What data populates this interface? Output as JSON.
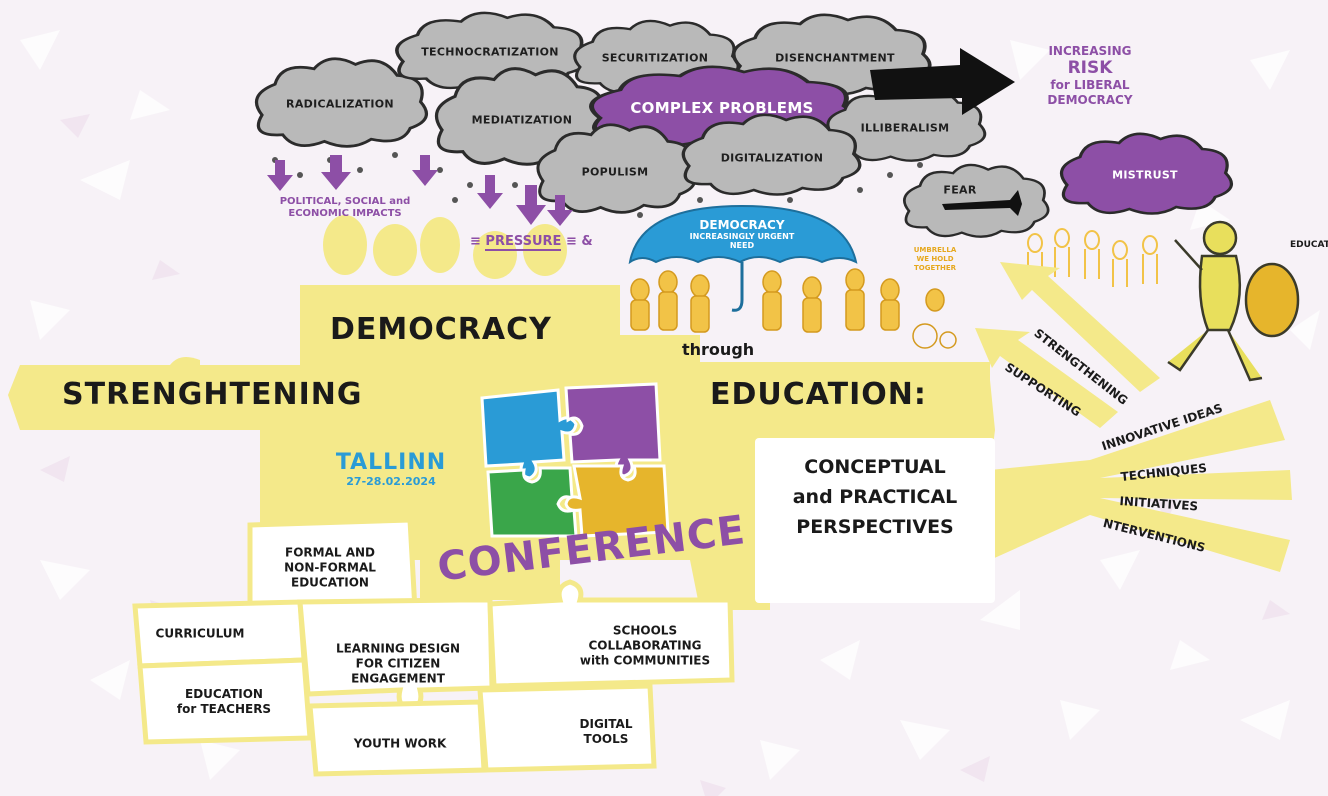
{
  "clouds": {
    "radicalization": "RADICALIZATION",
    "technocratization": "TECHNOCRATIZATION",
    "securitization": "SECURITIZATION",
    "disenchantment": "DISENCHANTMENT",
    "mediatization": "MEDIATIZATION",
    "complex_problems": "COMPLEX PROBLEMS",
    "illiberalism": "ILLIBERALISM",
    "populism": "POPULISM",
    "digitalization": "DIGITALIZATION",
    "fear": "FEAR",
    "mistrust": "MISTRUST"
  },
  "risk": {
    "line1": "INCREASING",
    "line2": "RISK",
    "line3": "for LIBERAL",
    "line4": "DEMOCRACY"
  },
  "impacts": {
    "line1": "POLITICAL, SOCIAL and",
    "line2": "ECONOMIC IMPACTS"
  },
  "pressure": "PRESSURE",
  "umbrella": {
    "title": "DEMOCRACY",
    "subtitle": "INCREASINGLY URGENT NEED"
  },
  "umbrella_note": {
    "line1": "UMBRELLA",
    "line2": "WE HOLD",
    "line3": "TOGETHER"
  },
  "shield_label": "EDUCATION",
  "arrows": {
    "strengthening": "STRENGTHENING",
    "supporting": "SUPPORTING"
  },
  "title": {
    "democracy": "DEMOCRACY",
    "through": "through",
    "strengthening": "STRENGHTENING",
    "education": "EDUCATION",
    "colon": ":"
  },
  "location": {
    "city": "TALLINN",
    "dates": "27-28.02.2024"
  },
  "conference": "CONFERENCE",
  "perspectives": {
    "line1": "CONCEPTUAL",
    "line2": "and PRACTICAL",
    "line3": "PERSPECTIVES"
  },
  "rays": {
    "ideas": "INNOVATIVE IDEAS",
    "techniques": "TECHNIQUES",
    "initiatives": "INITIATIVES",
    "interventions": "NTERVENTIONS"
  },
  "pieces": {
    "formal": "FORMAL AND\nNON-FORMAL\nEDUCATION",
    "curriculum": "CURRICULUM",
    "learning": "LEARNING DESIGN\nFOR CITIZEN\nENGAGEMENT",
    "schools": "SCHOOLS\nCOLLABORATING\nwith COMMUNITIES",
    "teachers": "EDUCATION\nfor TEACHERS",
    "youth": "YOUTH WORK",
    "digital": "DIGITAL\nTOOLS"
  },
  "colors": {
    "yellow": "#f4e98a",
    "purple": "#8d4fa6",
    "cloud_gray": "#b9b9b9",
    "blue": "#2a9bd6",
    "green": "#3aa64a",
    "gold": "#e6b52c"
  }
}
